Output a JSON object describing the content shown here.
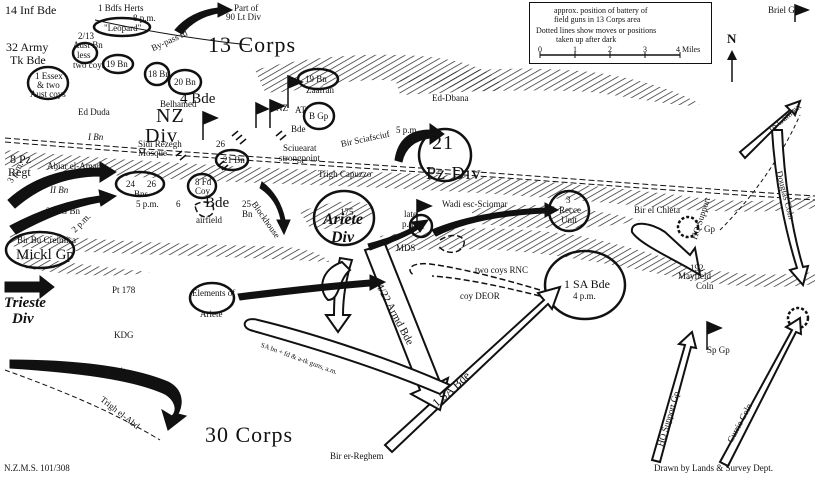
{
  "legend": {
    "battery_line1": "approx. position of battery of",
    "battery_line2": "field guns in 13 Corps area",
    "dotted_line1": "Dotted lines show moves or positions",
    "dotted_line2": "taken up after dark",
    "scale_ticks": [
      "0",
      "1",
      "2",
      "3",
      "4 Miles"
    ],
    "north": "N",
    "battery_icon": "battery-symbol-icon"
  },
  "corps": {
    "c13": "13   Corps",
    "c30": "30   Corps"
  },
  "places": {
    "ed_duda": "Ed Duda",
    "ed_dbana": "Ed-Dbana",
    "belhamed": "Belhamed",
    "zaafran": "Zaafran",
    "sidi_rezegh_1": "Sidi Rezegh",
    "sidi_rezegh_2": "Mosque",
    "abiar": "Abiar el-Amar",
    "airfield": "airfield",
    "blockhouse": "Blockhouse",
    "bir_bu_creimisa": "Bir Bu Creimisa",
    "pt178": "Pt 178",
    "kdg": "KDG",
    "bir_er_reghem": "Bir er-Reghem",
    "bir_el_chleta": "Bir el Chleta",
    "wadi": "Wadi esc-Sciomar",
    "mds": "MDS",
    "sciuerat_1": "Sciuearat",
    "sciuerat_2": "strongpoint",
    "bir_sciafsciuf": "Bir Sciafsciuf",
    "trigh_capuzzo": "Trigh Capuzzo",
    "trigh_el_abd": "Trigh el-Abd",
    "bypass_rd": "By-pass rd",
    "to_gambut": "To Gambut",
    "mayfield": "Mayfield"
  },
  "units": {
    "inf14": "14 Inf Bde",
    "bdfs_herts": "1 Bdfs Herts",
    "leopard": "\"Leopard\"",
    "p8pm_a": "8 p.m.",
    "part90": "Part of",
    "part90b": "90 Lt Div",
    "briel": "Briel Gp",
    "army32a": "32 Army",
    "army32b": "Tk Bde",
    "aust213a": "2/13",
    "aust213b": "Aust Bn",
    "less": "less",
    "two_coys": "two coys",
    "bn19a": "19 Bn",
    "essex1": "1 Essex",
    "essex2": "& two",
    "essex3": "Aust coys",
    "bn18": "18 Bn",
    "bn20": "20 Bn",
    "bde4": "4   Bde",
    "nz_div1": "NZ",
    "nz_div2": "Div",
    "bn19b": "19 Bn",
    "nz_flag": "NZ",
    "at_bde1": "AT",
    "at_bde2": "Bde",
    "b_gp": "B Gp",
    "pz21a": "21",
    "pz21b": "Pz Div",
    "p5pm_a": "5 p.m.",
    "bn21": "21 Bn",
    "bn26": "26",
    "bn24": "24",
    "bn26b": "26",
    "bns": "Bns",
    "p5pm_b": "5 p.m.",
    "fd8a": "8 Fd",
    "fd8b": "Coy",
    "bde6": "Bde",
    "six": "6",
    "bn25": "25",
    "bn25b": "Bn",
    "pz8a": "8 Pz",
    "pz8b": "Regt",
    "i_bn": "I Bn",
    "ii_bn": "II Bn",
    "mg2": "2 MG Bn",
    "p3pm": "3 p.m.",
    "p2pm": "2 p.m.",
    "mickl": "Mickl Gp",
    "trieste1": "Trieste",
    "trieste2": "Div",
    "elements1": "Elements of",
    "elements2": "Ariete",
    "ariete1": "Ariete",
    "ariete2": "Div",
    "pt175": "175",
    "late1": "late",
    "late2": "p.m.",
    "late3": "21",
    "recce3a": "3",
    "recce3b": "Recce",
    "recce3c": "Unit",
    "sa1a": "1 SA Bde",
    "sa1b": "4 p.m.",
    "two_coys_rnc": "two coys RNC",
    "coy_deor": "coy DEOR",
    "armd22": "4/22 Armd Bde",
    "sa_bde_arrow": "1 SA Bde",
    "sa_bn": "SA bn + fd & a-tk guns, a.m.",
    "recce33": "33 Recce Unit",
    "hq_support": "HQ Support",
    "hq_support_gp": "Gp",
    "hq_support2": "HQ Support Gp",
    "douglas": "Douglas Coln",
    "currie": "Currie Coln",
    "sp_gp": "Sp Gp",
    "coln192a": "192",
    "coln192b": "Coln"
  },
  "footer": {
    "left": "N.Z.M.S. 101/308",
    "right": "Drawn by Lands & Survey Dept."
  }
}
